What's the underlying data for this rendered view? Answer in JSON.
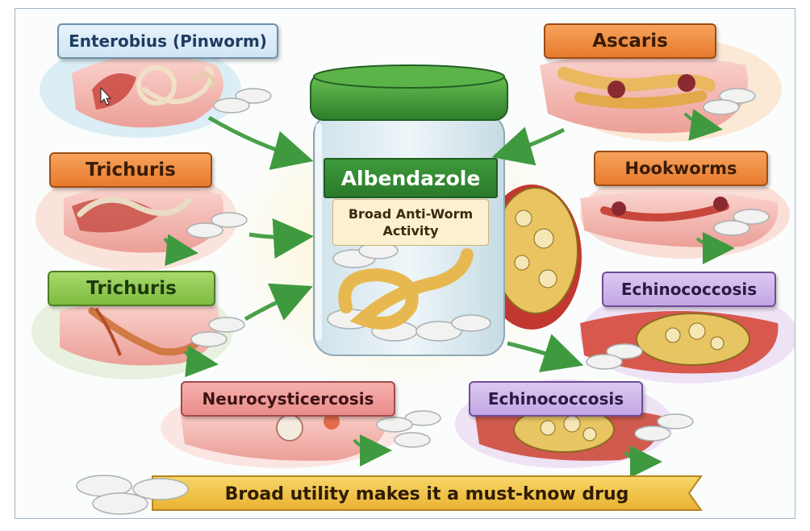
{
  "drug": {
    "name": "Albendazole",
    "activity_line1": "Broad Anti-Worm",
    "activity_line2": "Activity"
  },
  "labels": {
    "enterobius": "Enterobius (Pinworm)",
    "trichuris_1": "Trichuris",
    "trichuris_2": "Trichuris",
    "ascaris": "Ascaris",
    "hookworms": "Hookworms",
    "echinococcosis_1": "Echinococcosis",
    "echinococcosis_2": "Echinococcosis",
    "neurocysticercosis": "Neurocysticercosis"
  },
  "banner": {
    "text": "Broad utility makes it a must-know drug"
  },
  "colors": {
    "lid_green": "#3c9a3a",
    "arrow_green": "#4aa04a",
    "banner_gold": "#f4c444",
    "tablet_white": "#f2f2f0",
    "worm_yellow": "#efc86a",
    "tissue_pink": "#f3b4ae"
  }
}
